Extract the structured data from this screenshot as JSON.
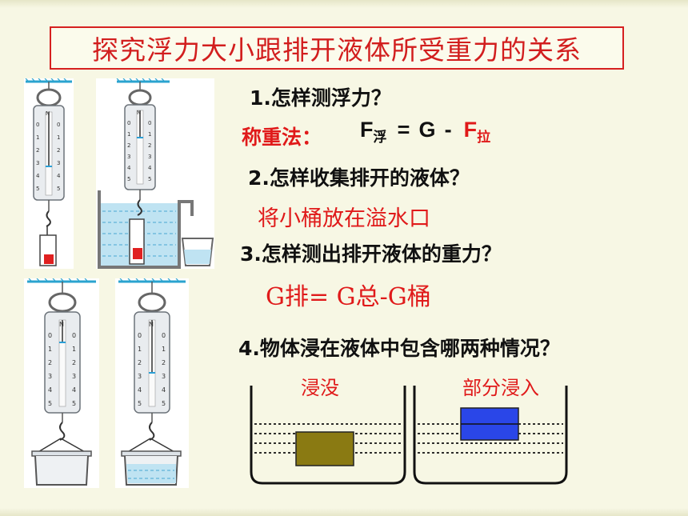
{
  "title": "探究浮力大小跟排开液体所受重力的关系",
  "questions": {
    "q1": "1.怎样测浮力？",
    "q2": "2.怎样收集排开的液体？",
    "q3": "3.怎样测出排开液体的重力？",
    "q4": "4.物体浸在液体中包含哪两种情况？"
  },
  "answers": {
    "a1_label": "称重法：",
    "a1_F": "F",
    "a1_sub_float": "浮",
    "a1_eq": "=",
    "a1_G": "G",
    "a1_minus": "-",
    "a1_F2": "F",
    "a1_sub_pull": "拉",
    "a2": "将小桶放在溢水口",
    "a3": "G排= G总-G桶"
  },
  "cases": {
    "immersed": "浸没",
    "partial": "部分浸入"
  },
  "colors": {
    "title": "#d21e1e",
    "answer": "#e01a1a",
    "water": "#bfe3f2",
    "block_immersed": "#8a7a12",
    "block_partial": "#2a46e8"
  }
}
